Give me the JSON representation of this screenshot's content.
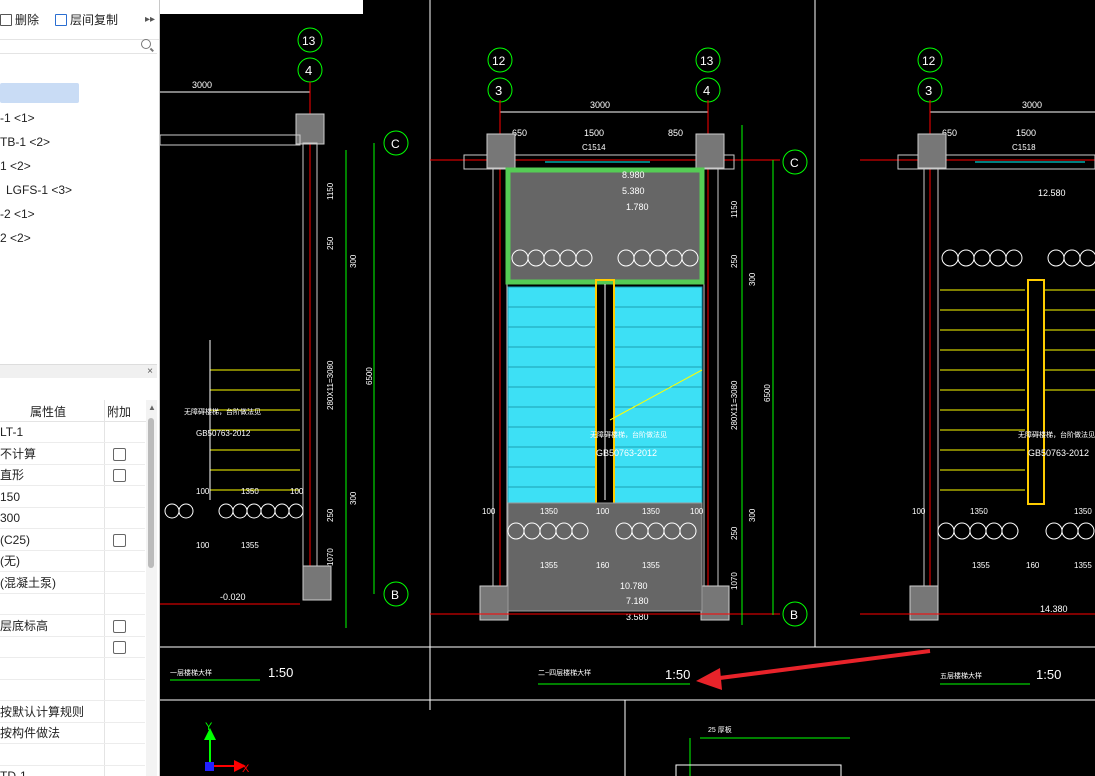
{
  "toolbar": {
    "delete_label": "删除",
    "copy_layers_label": "层间复制",
    "more_label": "▸▸"
  },
  "tree": {
    "items": [
      {
        "label": "-1 <1>"
      },
      {
        "label": "TB-1 <2>"
      },
      {
        "label": "1 <2>"
      },
      {
        "label": "LGFS-1 <3>"
      },
      {
        "label": "-2 <1>"
      },
      {
        "label": "2 <2>"
      }
    ]
  },
  "properties": {
    "col_value": "属性值",
    "col_extra": "附加",
    "close_label": "×",
    "rows": [
      {
        "value": "LT-1",
        "checkbox": false
      },
      {
        "value": "不计算",
        "checkbox": true
      },
      {
        "value": "直形",
        "checkbox": true
      },
      {
        "value": "150",
        "checkbox": false
      },
      {
        "value": "300",
        "checkbox": false
      },
      {
        "value": "(C25)",
        "checkbox": true
      },
      {
        "value": "(无)",
        "checkbox": false
      },
      {
        "value": "(混凝土泵)",
        "checkbox": false
      },
      {
        "value": "",
        "checkbox": false
      },
      {
        "value": "层底标高",
        "checkbox": true
      },
      {
        "value": "",
        "checkbox": true
      },
      {
        "value": "",
        "checkbox": false
      },
      {
        "value": "",
        "checkbox": false
      },
      {
        "value": "按默认计算规则",
        "checkbox": false
      },
      {
        "value": "按构件做法",
        "checkbox": false
      },
      {
        "value": "",
        "checkbox": false
      },
      {
        "value": "TD-1",
        "checkbox": false
      }
    ]
  },
  "cad": {
    "axes": {
      "ax13": "13",
      "ax4": "4",
      "ax12": "12",
      "ax3": "3",
      "axC": "C",
      "axB": "B"
    },
    "dims": {
      "d3000": "3000",
      "d650": "650",
      "d1500": "1500",
      "d850": "850",
      "c1514": "C1514",
      "c1518": "C1518",
      "d1150": "1150",
      "d250": "250",
      "d300": "300",
      "d6500": "6500",
      "d2808": "280X11=3080",
      "d1070": "1070",
      "d100": "100",
      "d1350": "1350",
      "d1355": "1355",
      "d160": "160"
    },
    "elevations": {
      "e1": "8.980",
      "e2": "5.380",
      "e3": "1.780",
      "e4": "10.780",
      "e5": "7.180",
      "e6": "3.580",
      "e7": "12.580",
      "e8": "14.380",
      "e9": "-0.020"
    },
    "notes": {
      "standard": "GB50763-2012",
      "note_cn": "无障碍楼梯，台阶做法见"
    },
    "titles": {
      "t1": "一层楼梯大样",
      "t2": "二~四层楼梯大样",
      "t3": "五层楼梯大样",
      "scale": "1:50"
    },
    "bottom_note": "25 厚板",
    "ucs": {
      "x": "X",
      "y": "Y"
    }
  }
}
